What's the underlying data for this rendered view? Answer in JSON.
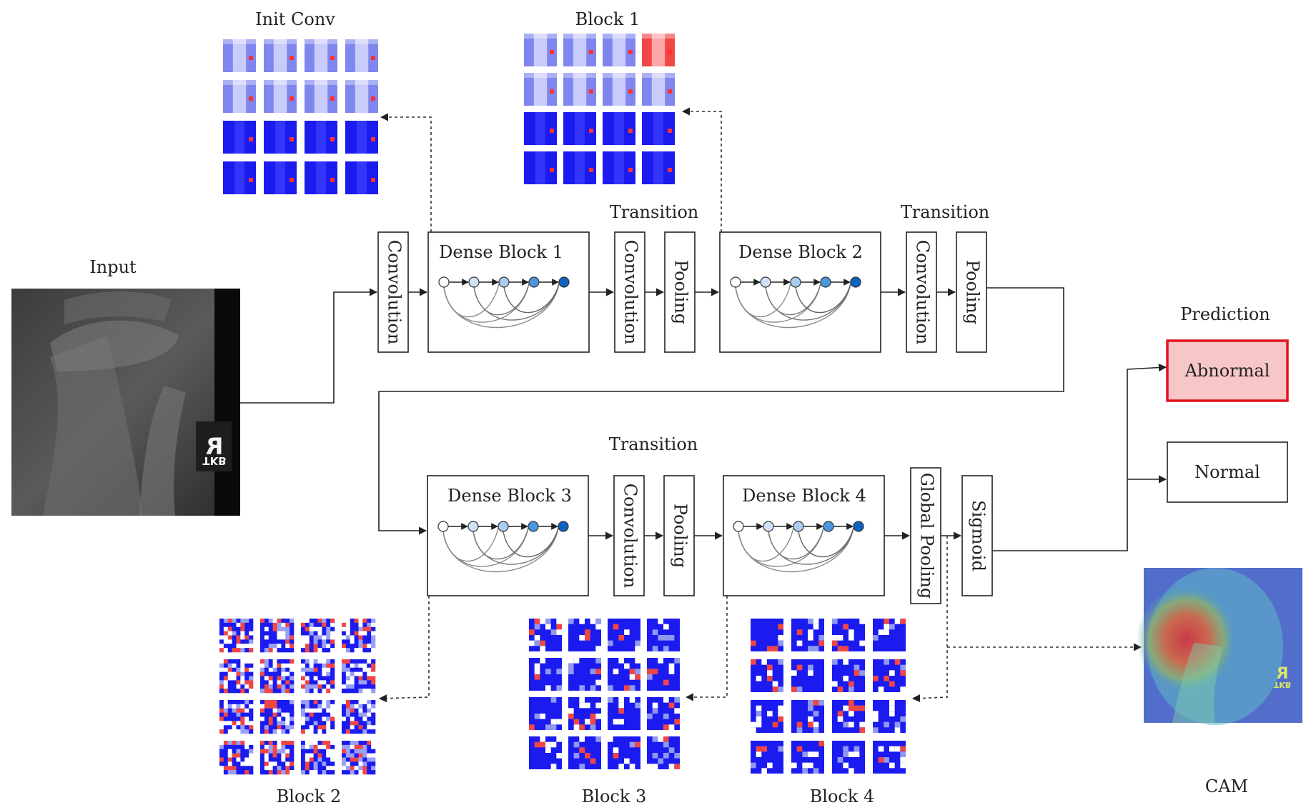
{
  "labels": {
    "input": "Input",
    "init_conv": "Init Conv",
    "block1": "Block 1",
    "block2": "Block 2",
    "block3": "Block 3",
    "block4": "Block 4",
    "cam": "CAM",
    "prediction": "Prediction",
    "transition_1": "Transition",
    "transition_2": "Transition",
    "transition_3": "Transition"
  },
  "layers": {
    "convolution_1": "Convolution",
    "dense_block_1": "Dense Block 1",
    "convolution_2": "Convolution",
    "pooling_2": "Pooling",
    "dense_block_2": "Dense Block 2",
    "convolution_3": "Convolution",
    "pooling_3": "Pooling",
    "dense_block_3": "Dense Block 3",
    "convolution_4": "Convolution",
    "pooling_4": "Pooling",
    "dense_block_4": "Dense Block 4",
    "global_pooling": "Global Pooling",
    "sigmoid": "Sigmoid"
  },
  "outputs": {
    "abnormal": "Abnormal",
    "normal": "Normal"
  },
  "xray_marker": {
    "letter": "R",
    "code": "TKB"
  },
  "colors": {
    "abnormal_fill": "#f7c6c6",
    "abnormal_border": "#e0141e",
    "node_colors": [
      "#ffffff",
      "#cfe2f5",
      "#a9cdf0",
      "#4a97e0",
      "#0d63c2"
    ],
    "feature_blue": "#1b1bf0",
    "feature_red": "#f04646"
  }
}
